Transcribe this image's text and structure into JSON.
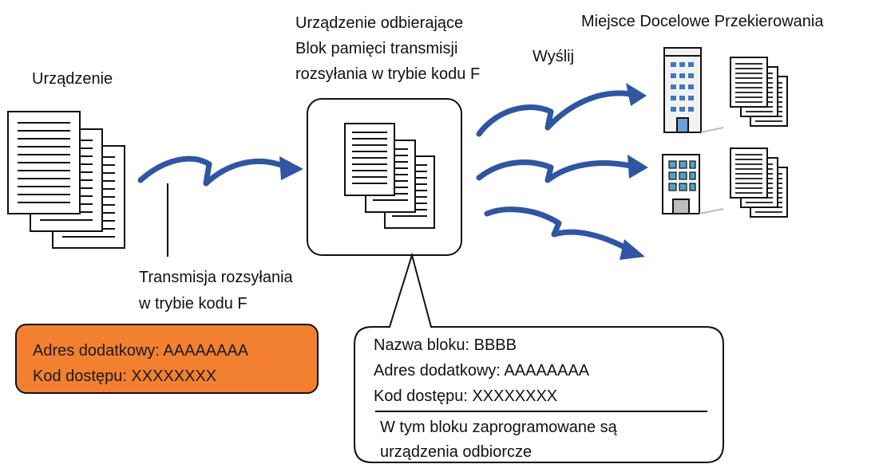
{
  "labels": {
    "device": "Urządzenie",
    "receiving_device_line1": "Urządzenie odbierające",
    "receiving_device_line2": "Blok pamięci transmisji",
    "receiving_device_line3": "rozsyłania w trybie kodu F",
    "send": "Wyślij",
    "forward_destination": "Miejsce Docelowe Przekierowania",
    "broadcast_line1": "Transmisja rozsyłania",
    "broadcast_line2": "w trybie kodu F"
  },
  "sender_info": {
    "sub_address": "Adres dodatkowy: AAAAAAAA",
    "passcode": "Kod dostępu: XXXXXXXX"
  },
  "block_info": {
    "block_name": "Nazwa bloku: BBBB",
    "sub_address": "Adres dodatkowy: AAAAAAAA",
    "passcode": "Kod dostępu: XXXXXXXX",
    "note_line1": "W tym bloku zaprogramowane są",
    "note_line2": "urządzenia odbiorcze"
  },
  "colors": {
    "arrow": "#2f55a3",
    "orange_box": "#f28030",
    "window_blue": "#3d78c0",
    "window_teal": "#4ea3c6"
  }
}
